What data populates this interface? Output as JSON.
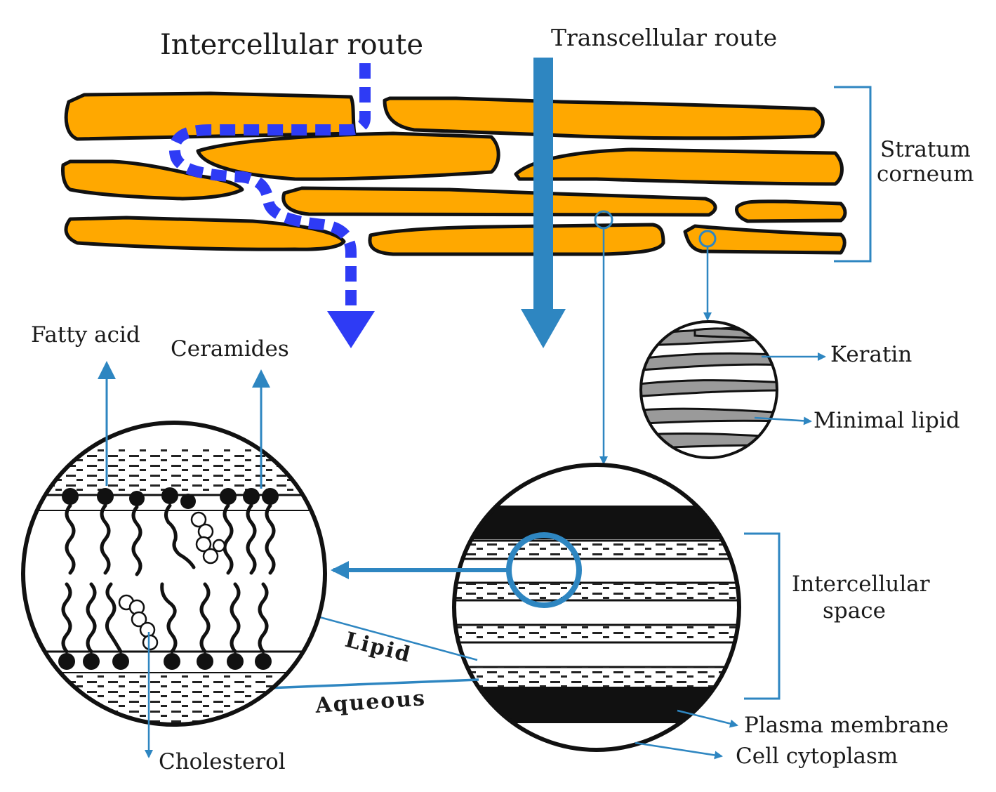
{
  "labels": {
    "intercellular_route": "Intercellular route",
    "transcellular_route": "Transcellular route",
    "stratum_line1": "Stratum",
    "stratum_line2": "corneum",
    "fatty_acid": "Fatty acid",
    "ceramides": "Ceramides",
    "keratin": "Keratin",
    "minimal_lipid": "Minimal lipid",
    "intercellular_space_line1": "Intercellular",
    "intercellular_space_line2": "space",
    "lipid": "Lipid",
    "aqueous": "Aqueous",
    "plasma_membrane": "Plasma membrane",
    "cell_cytoplasm": "Cell cytoplasm",
    "cholesterol": "Cholesterol"
  },
  "colors": {
    "corneocyte_fill": "#FFA800",
    "outline": "#111111",
    "accent_blue": "#2E86C1",
    "route_blue": "#2E3BF5"
  }
}
